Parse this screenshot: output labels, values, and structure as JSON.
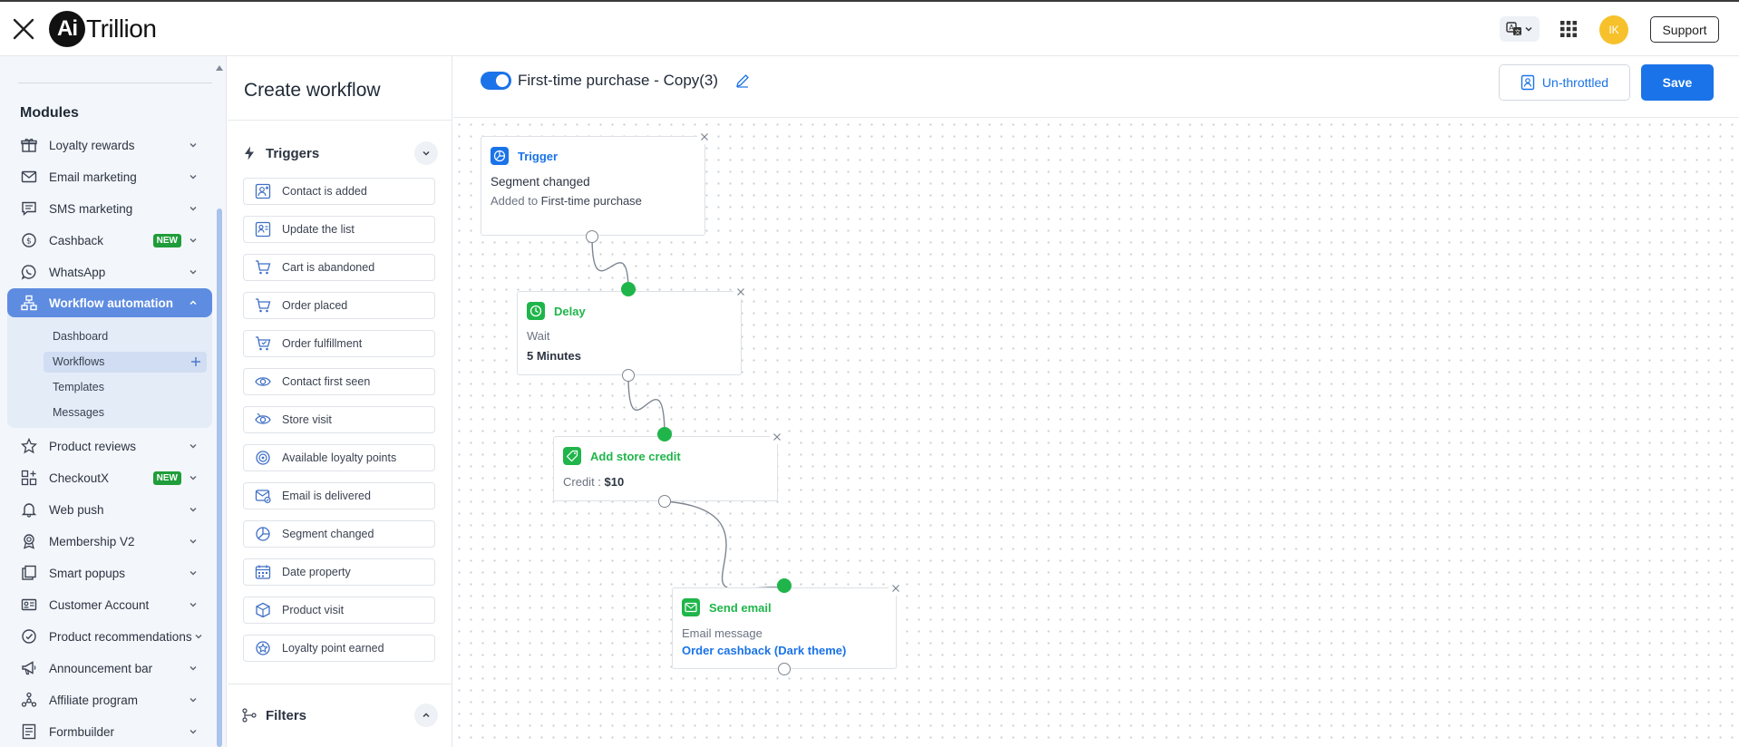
{
  "app": {
    "logo_ai": "Ai",
    "logo_rest": "Trillion",
    "avatar_initials": "IK",
    "support_label": "Support"
  },
  "sidebar": {
    "title": "Modules",
    "items": [
      {
        "label": "Loyalty rewards",
        "icon": "gift-icon"
      },
      {
        "label": "Email marketing",
        "icon": "mail-icon"
      },
      {
        "label": "SMS marketing",
        "icon": "chat-icon"
      },
      {
        "label": "Cashback",
        "icon": "cashback-icon",
        "badge": "NEW"
      },
      {
        "label": "WhatsApp",
        "icon": "whatsapp-icon"
      },
      {
        "label": "Workflow automation",
        "icon": "workflow-icon"
      },
      {
        "label": "Product reviews",
        "icon": "star-icon"
      },
      {
        "label": "CheckoutX",
        "icon": "checkout-icon",
        "badge": "NEW"
      },
      {
        "label": "Web push",
        "icon": "bell-icon"
      },
      {
        "label": "Membership V2",
        "icon": "badge-icon"
      },
      {
        "label": "Smart popups",
        "icon": "popup-icon"
      },
      {
        "label": "Customer Account",
        "icon": "id-card-icon"
      },
      {
        "label": "Product recommendations",
        "icon": "recommend-icon"
      },
      {
        "label": "Announcement bar",
        "icon": "megaphone-icon"
      },
      {
        "label": "Affiliate program",
        "icon": "network-icon"
      },
      {
        "label": "Formbuilder",
        "icon": "form-icon"
      }
    ],
    "subitems": [
      "Dashboard",
      "Workflows",
      "Templates",
      "Messages"
    ]
  },
  "panel": {
    "title": "Create workflow",
    "triggers_label": "Triggers",
    "filters_label": "Filters",
    "triggers": [
      "Contact is added",
      "Update the list",
      "Cart is abandoned",
      "Order placed",
      "Order fulfillment",
      "Contact first seen",
      "Store visit",
      "Available loyalty points",
      "Email is delivered",
      "Segment changed",
      "Date property",
      "Product visit",
      "Loyalty point earned"
    ]
  },
  "workflow": {
    "name": "First-time purchase - Copy(3)",
    "enabled": true,
    "unthrottled_label": "Un-throttled",
    "save_label": "Save"
  },
  "nodes": {
    "trigger": {
      "type": "Trigger",
      "title": "Segment changed",
      "desc_prefix": "Added to ",
      "desc_value": "First-time purchase"
    },
    "delay": {
      "type": "Delay",
      "line1": "Wait",
      "line2": "5 Minutes"
    },
    "credit": {
      "type": "Add store credit",
      "prefix": "Credit : ",
      "value": "$10"
    },
    "email": {
      "type": "Send email",
      "line1": "Email message",
      "line2": "Order cashback (Dark theme)"
    }
  },
  "colors": {
    "primary": "#1a73e8",
    "success": "#1fb54a",
    "badge_new": "#1f9d3a",
    "sidebar_active": "#5e8ce0",
    "avatar": "#f6c12b"
  }
}
